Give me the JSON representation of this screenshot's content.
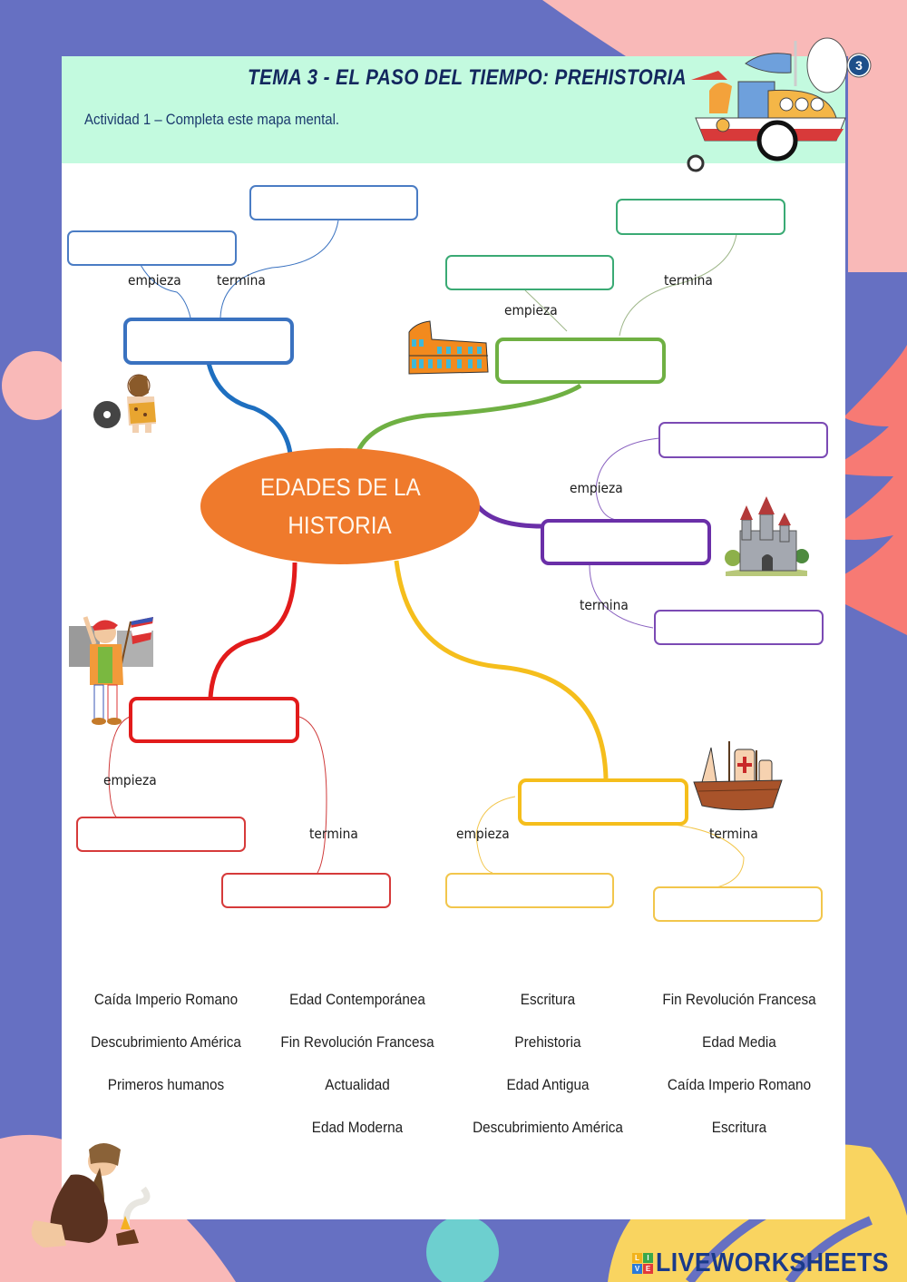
{
  "header": {
    "title": "TEMA 3 - EL PASO DEL TIEMPO: PREHISTORIA",
    "subtitle": "Actividad 1 – Completa este mapa mental.",
    "badge_number": "3"
  },
  "mind_map": {
    "center_node": {
      "line1": "EDADES DE LA",
      "line2": "HISTORIA",
      "color": "#ef7a2c"
    },
    "branches": [
      {
        "id": "prehistoria",
        "color": "#3a72c0",
        "picture": "caveman-with-wheel",
        "main_value": "",
        "start_label": "empieza",
        "start_value": "",
        "end_label": "termina",
        "end_value": ""
      },
      {
        "id": "edad-antigua",
        "color": "#6fb043",
        "picture": "colosseum",
        "main_value": "",
        "start_label": "empieza",
        "start_value": "",
        "end_label": "termina",
        "end_value": ""
      },
      {
        "id": "edad-media",
        "color": "#6a2fa8",
        "picture": "castle",
        "main_value": "",
        "start_label": "empieza",
        "start_value": "",
        "end_label": "termina",
        "end_value": ""
      },
      {
        "id": "edad-contemporanea",
        "color": "#e21b1b",
        "picture": "french-revolutionary",
        "main_value": "",
        "start_label": "empieza",
        "start_value": "",
        "end_label": "termina",
        "end_value": ""
      },
      {
        "id": "edad-moderna",
        "color": "#f5be1c",
        "picture": "caravel-ship",
        "main_value": "",
        "start_label": "empieza",
        "start_value": "",
        "end_label": "termina",
        "end_value": ""
      }
    ]
  },
  "word_bank": {
    "columns": [
      [
        "Caída Imperio Romano",
        "Descubrimiento América",
        "Primeros humanos"
      ],
      [
        "Edad Contemporánea",
        "Fin Revolución Francesa",
        "Actualidad",
        "Edad Moderna"
      ],
      [
        "Escritura",
        "Prehistoria",
        "Edad Antigua",
        "Descubrimiento América"
      ],
      [
        "Fin Revolución Francesa",
        "Edad Media",
        "Caída Imperio Romano",
        "Escritura"
      ]
    ]
  },
  "footer": {
    "logo_text": "LIVEWORKSHEETS",
    "logo_letters": [
      "L",
      "I",
      "V",
      "E"
    ]
  },
  "colors": {
    "background": "#6670c2",
    "header_bg": "#c3fadf",
    "title": "#13275e",
    "pink": "#f9b9b8",
    "coral": "#f77a74",
    "yellow": "#f9d460",
    "teal": "#6dcfcf"
  }
}
